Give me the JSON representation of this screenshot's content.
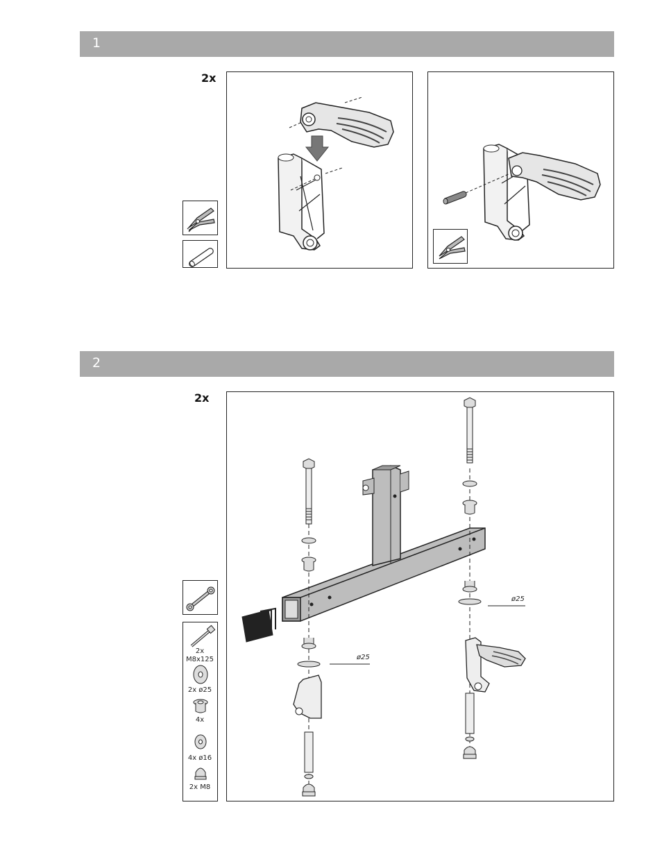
{
  "step1": {
    "number": "1",
    "quantity": "2x",
    "tools": [
      "pliers-icon",
      "pin-icon"
    ]
  },
  "step2": {
    "number": "2",
    "quantity": "2x",
    "tools": [
      "wrench-icon"
    ],
    "parts": {
      "bolt": {
        "line1": "2x",
        "line2": "M8x125"
      },
      "washer_large": "2x ø25",
      "bushing": "4x",
      "washer_small": "4x ø16",
      "cap_nut": "2x M8"
    },
    "callout_left": "ø25",
    "callout_right": "ø25"
  },
  "colors": {
    "header_bg": "#a9a9a9",
    "header_text": "#ffffff",
    "part_gray": "#bdbdbd"
  }
}
